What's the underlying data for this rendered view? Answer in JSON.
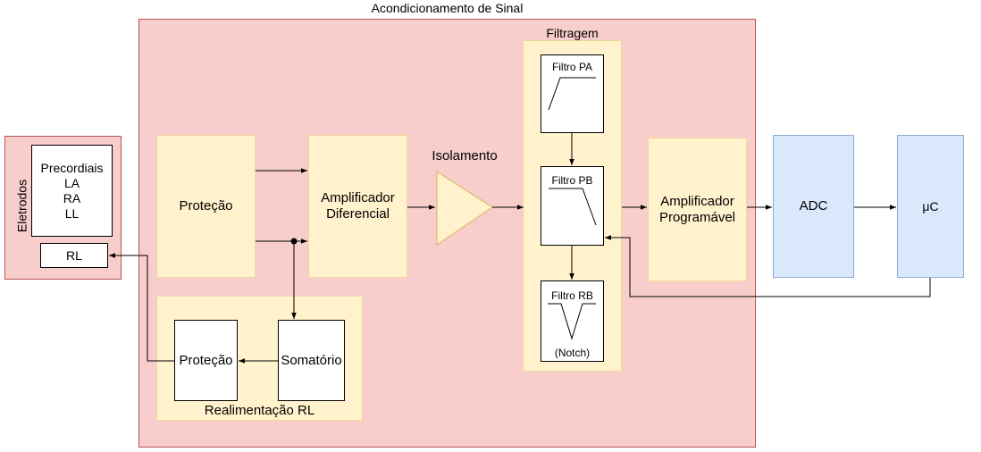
{
  "signal_conditioning": {
    "title": "Acondicionamento de Sinal"
  },
  "electrodes": {
    "title": "Eletrodos",
    "leads": "Precordiais\nLA\nRA\nLL",
    "rl": "RL"
  },
  "protection": {
    "label": "Proteção"
  },
  "diff_amp": {
    "label": "Amplificador\nDiferencial"
  },
  "isolation": {
    "label": "Isolamento"
  },
  "filtering": {
    "title": "Filtragem",
    "high_pass": "Filtro PA",
    "low_pass": "Filtro PB",
    "band_reject": "Filtro RB",
    "notch": "(Notch)"
  },
  "prog_amp": {
    "label": "Amplificador\nProgramável"
  },
  "adc": {
    "label": "ADC"
  },
  "mcu": {
    "label": "μC"
  },
  "rl_feedback": {
    "title": "Realimentação RL",
    "protection": "Proteção",
    "sum": "Somatório"
  }
}
